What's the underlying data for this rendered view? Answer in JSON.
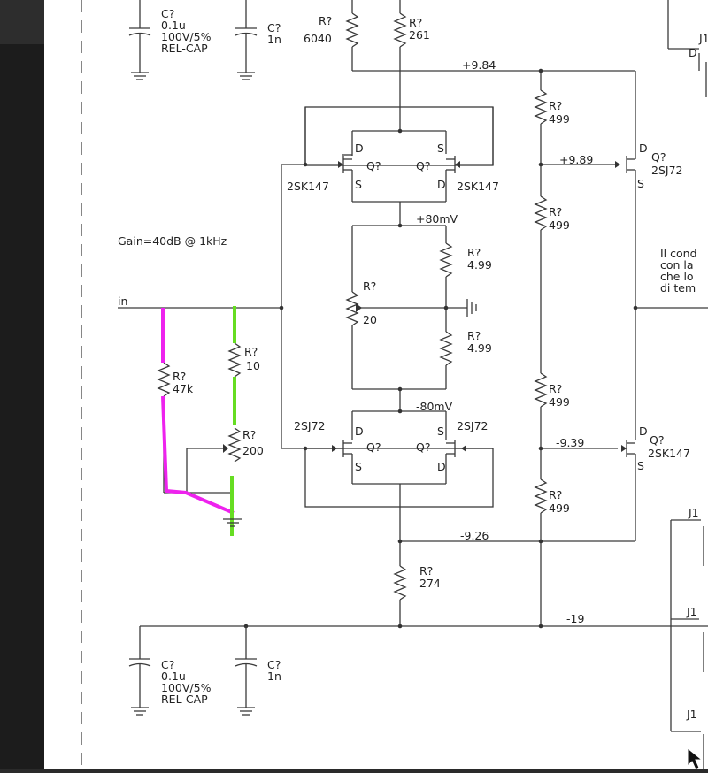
{
  "colors": {
    "wire": "#3a3a3a",
    "magenta": "#ee22ee",
    "green": "#66dd22",
    "background": "#ffffff",
    "sidebar": "#1c1c1c"
  },
  "labels": {
    "gain": "Gain=40dB @ 1kHz",
    "input": "in",
    "ref_unknown": "R?",
    "q_unknown": "Q?",
    "j1": "J1",
    "r_6040": "6040",
    "r_261": "261",
    "r_499": "499",
    "r_4_99": "4.99",
    "r_20": "20",
    "r_47k": "47k",
    "r_10": "10",
    "r_200": "200",
    "r_274": "274",
    "c_ref": "C?",
    "c_0_1u": "0.1u",
    "c_1n": "1n",
    "c_rating": "100V/5%",
    "c_type": "REL-CAP",
    "v_p984": "+9.84",
    "v_p989": "+9.89",
    "v_p80mv": "+80mV",
    "v_m80mv": "-80mV",
    "v_m939": "-9.39",
    "v_m926": "-9.26",
    "v_m19": "-19",
    "pin_d": "D",
    "pin_s": "S",
    "part_2sk147": "2SK147",
    "part_2sj72": "2SJ72",
    "note_line1": "Il cond",
    "note_line2": "con la",
    "note_line3": "che lo",
    "note_line4": "di tem"
  }
}
